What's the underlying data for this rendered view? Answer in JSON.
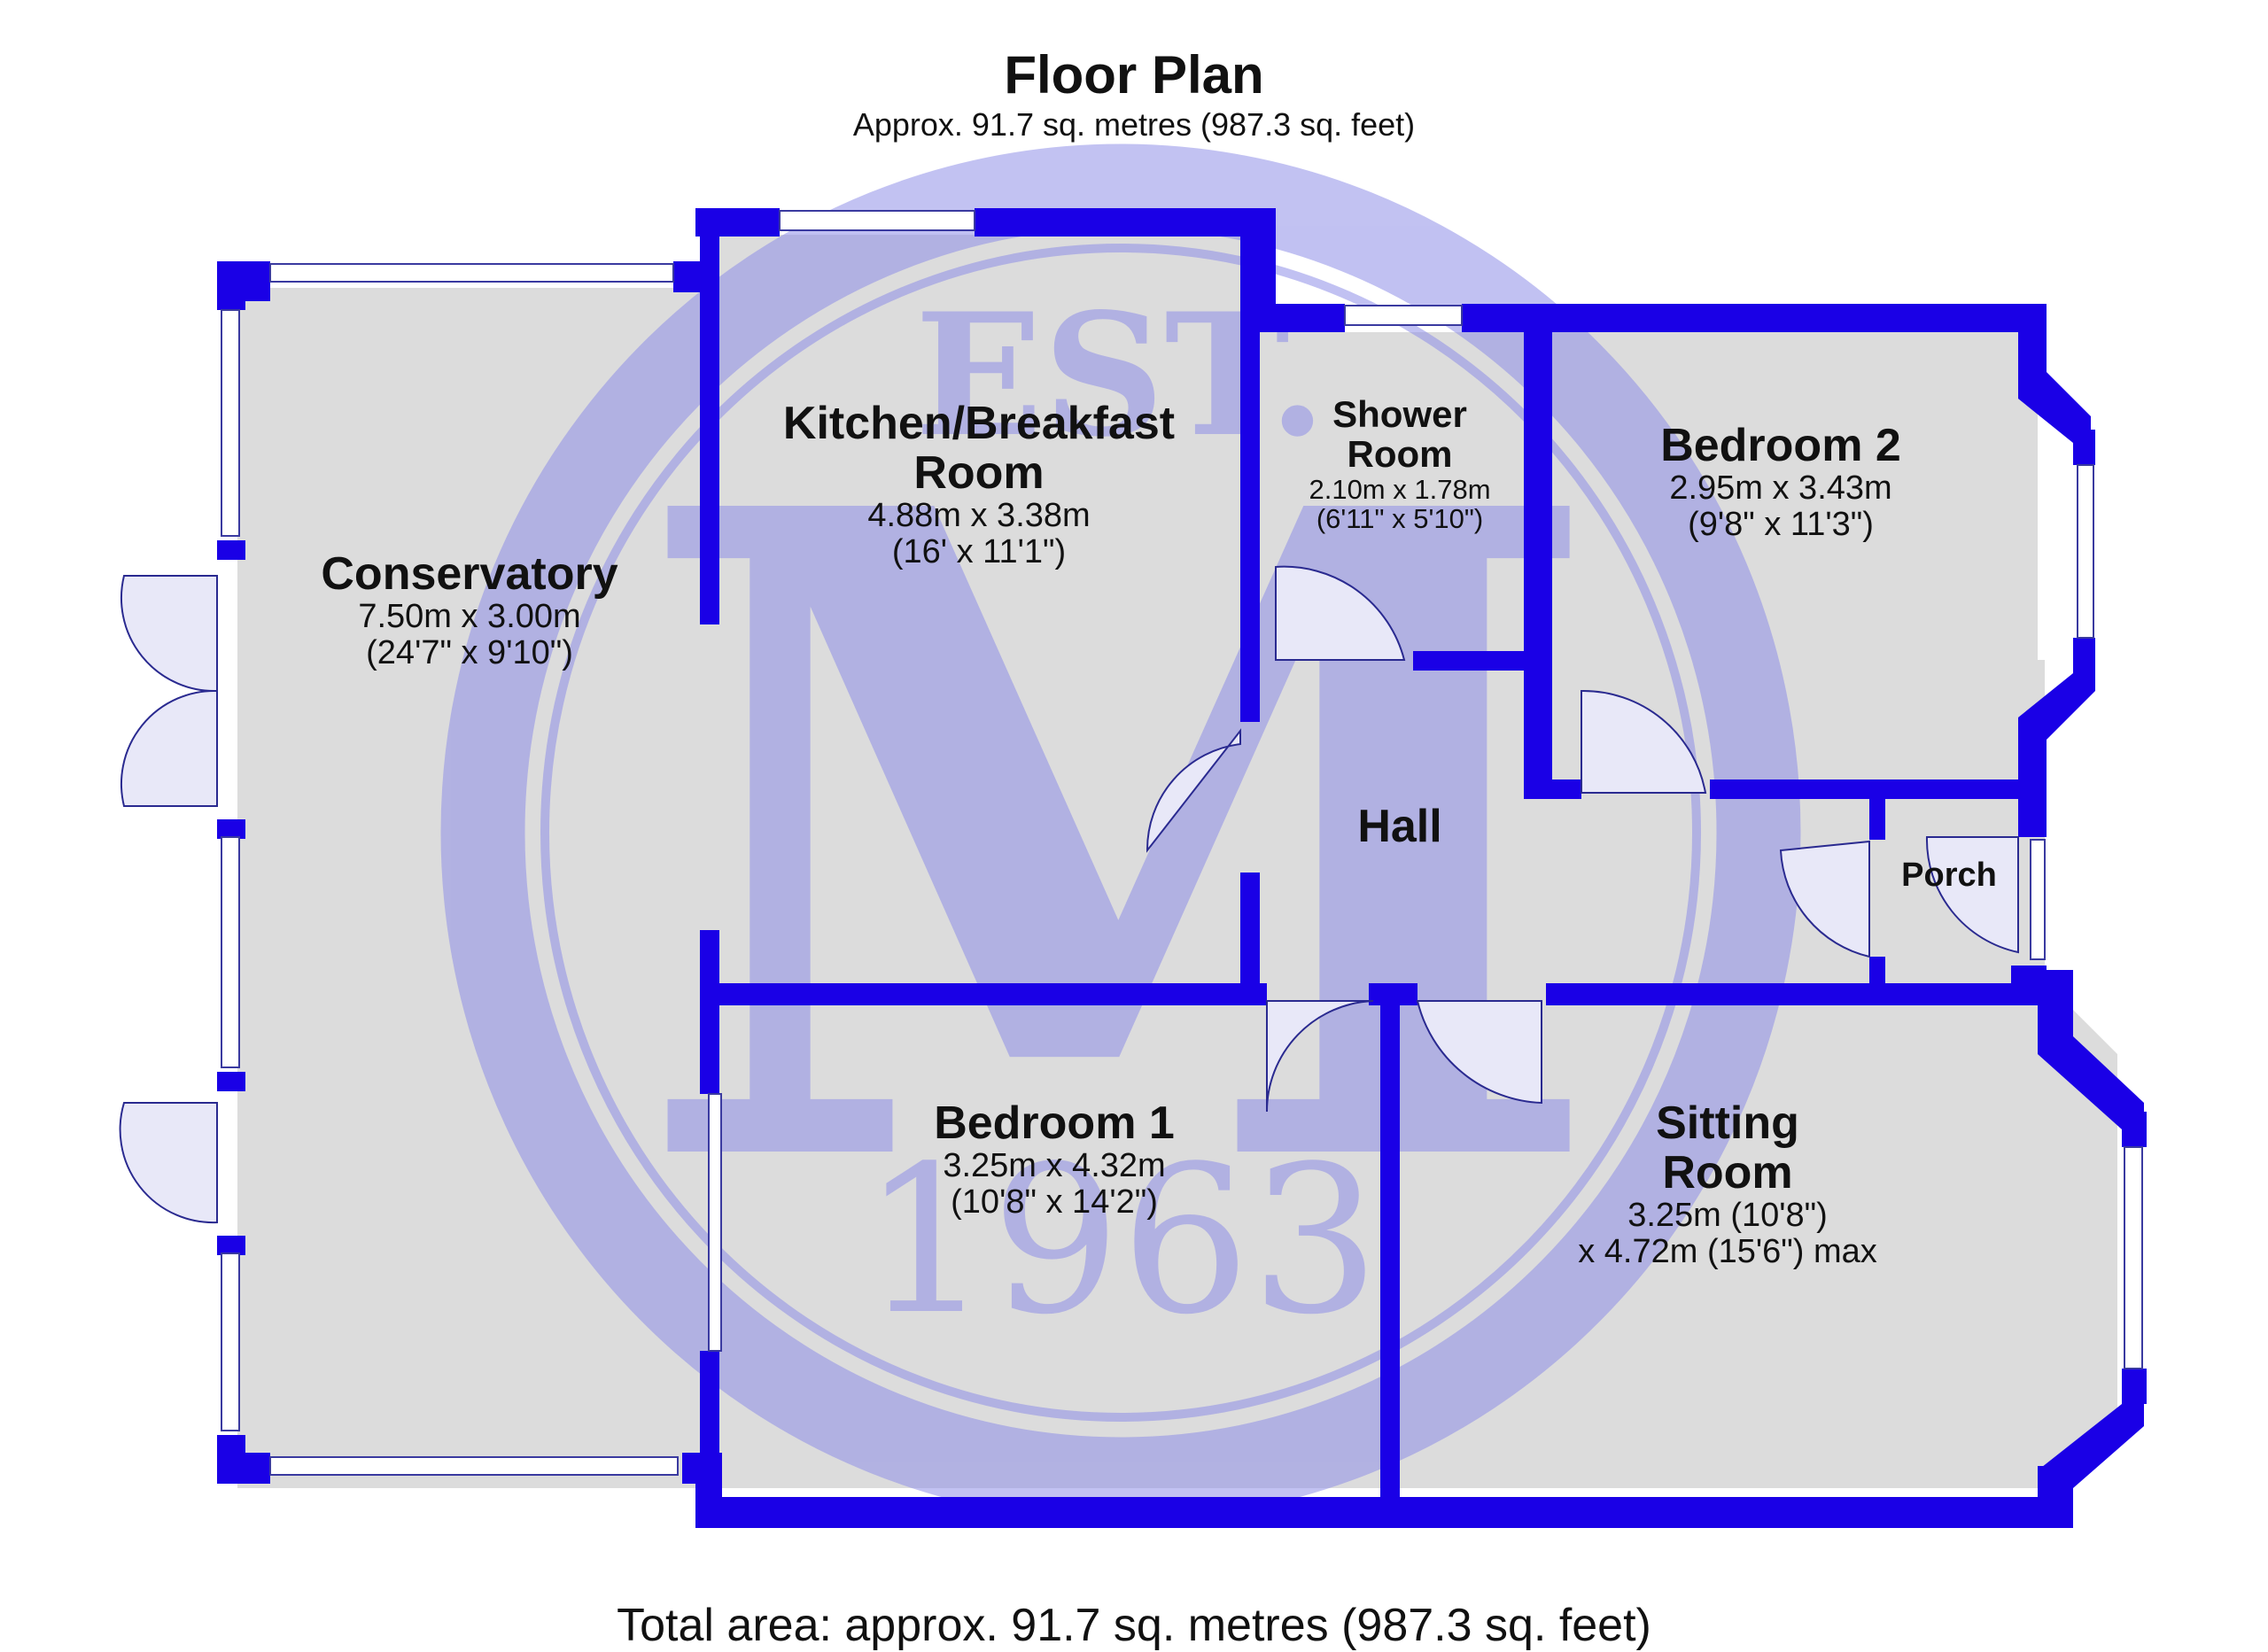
{
  "header": {
    "title": "Floor Plan",
    "subtitle": "Approx. 91.7 sq. metres (987.3 sq. feet)"
  },
  "footer": {
    "total": "Total area: approx. 91.7 sq. metres (987.3 sq. feet)"
  },
  "watermark": {
    "top": "EST.",
    "letter": "M",
    "year": "1963"
  },
  "colors": {
    "wall": "#1a00e6",
    "floor": "#dcdcdc",
    "watermark": "#8f8fe8",
    "glass": "#ffffff"
  },
  "rooms": {
    "conservatory": {
      "name": "Conservatory",
      "dim1": "7.50m x 3.00m",
      "dim2": "(24'7\" x 9'10\")"
    },
    "kitchen": {
      "name1": "Kitchen/Breakfast",
      "name2": "Room",
      "dim1": "4.88m x 3.38m",
      "dim2": "(16' x 11'1\")"
    },
    "shower": {
      "name1": "Shower",
      "name2": "Room",
      "dim1": "2.10m x 1.78m",
      "dim2": "(6'11\" x 5'10\")"
    },
    "bedroom2": {
      "name": "Bedroom 2",
      "dim1": "2.95m x 3.43m",
      "dim2": "(9'8\" x 11'3\")"
    },
    "hall": {
      "name": "Hall"
    },
    "porch": {
      "name": "Porch"
    },
    "bedroom1": {
      "name": "Bedroom 1",
      "dim1": "3.25m x 4.32m",
      "dim2": "(10'8\" x 14'2\")"
    },
    "sitting": {
      "name1": "Sitting",
      "name2": "Room",
      "dim1": "3.25m (10'8\")",
      "dim2": "x 4.72m (15'6\") max"
    }
  }
}
